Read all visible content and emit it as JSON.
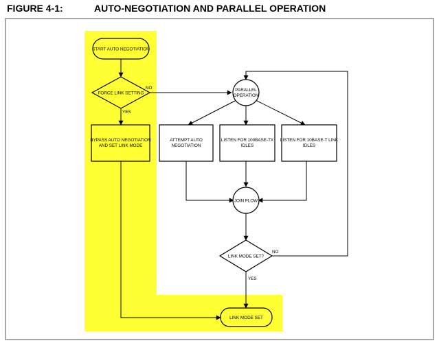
{
  "figure": {
    "label": "FIGURE 4-1:",
    "title": "AUTO-NEGOTIATION AND PARALLEL OPERATION"
  },
  "colors": {
    "highlight": "#ffff33",
    "stroke": "#000000",
    "frame": "#8c8c8c"
  },
  "nodes": {
    "start": "START AUTO NEGOTIATION",
    "force_link": "FORCE LINK SETTING",
    "bypass": [
      "BYPASS AUTO NEGOTIATION",
      "AND SET LINK MODE"
    ],
    "parallel": [
      "PARALLEL",
      "OPERATION"
    ],
    "attempt": [
      "ATTEMPT AUTO",
      "NEGOTIATION"
    ],
    "listen_100tx": [
      "LISTEN FOR 100BASE-TX",
      "IDLES"
    ],
    "listen_10t": [
      "LISTEN FOR 10BASE-T LINK",
      "IDLES"
    ],
    "join_flow": "JOIN FLOW",
    "link_mode_check": "LINK MODE SET?",
    "link_mode_set": "LINK MODE SET"
  },
  "edge_labels": {
    "force_no": "NO",
    "force_yes": "YES",
    "check_no": "NO",
    "check_yes": "YES"
  }
}
